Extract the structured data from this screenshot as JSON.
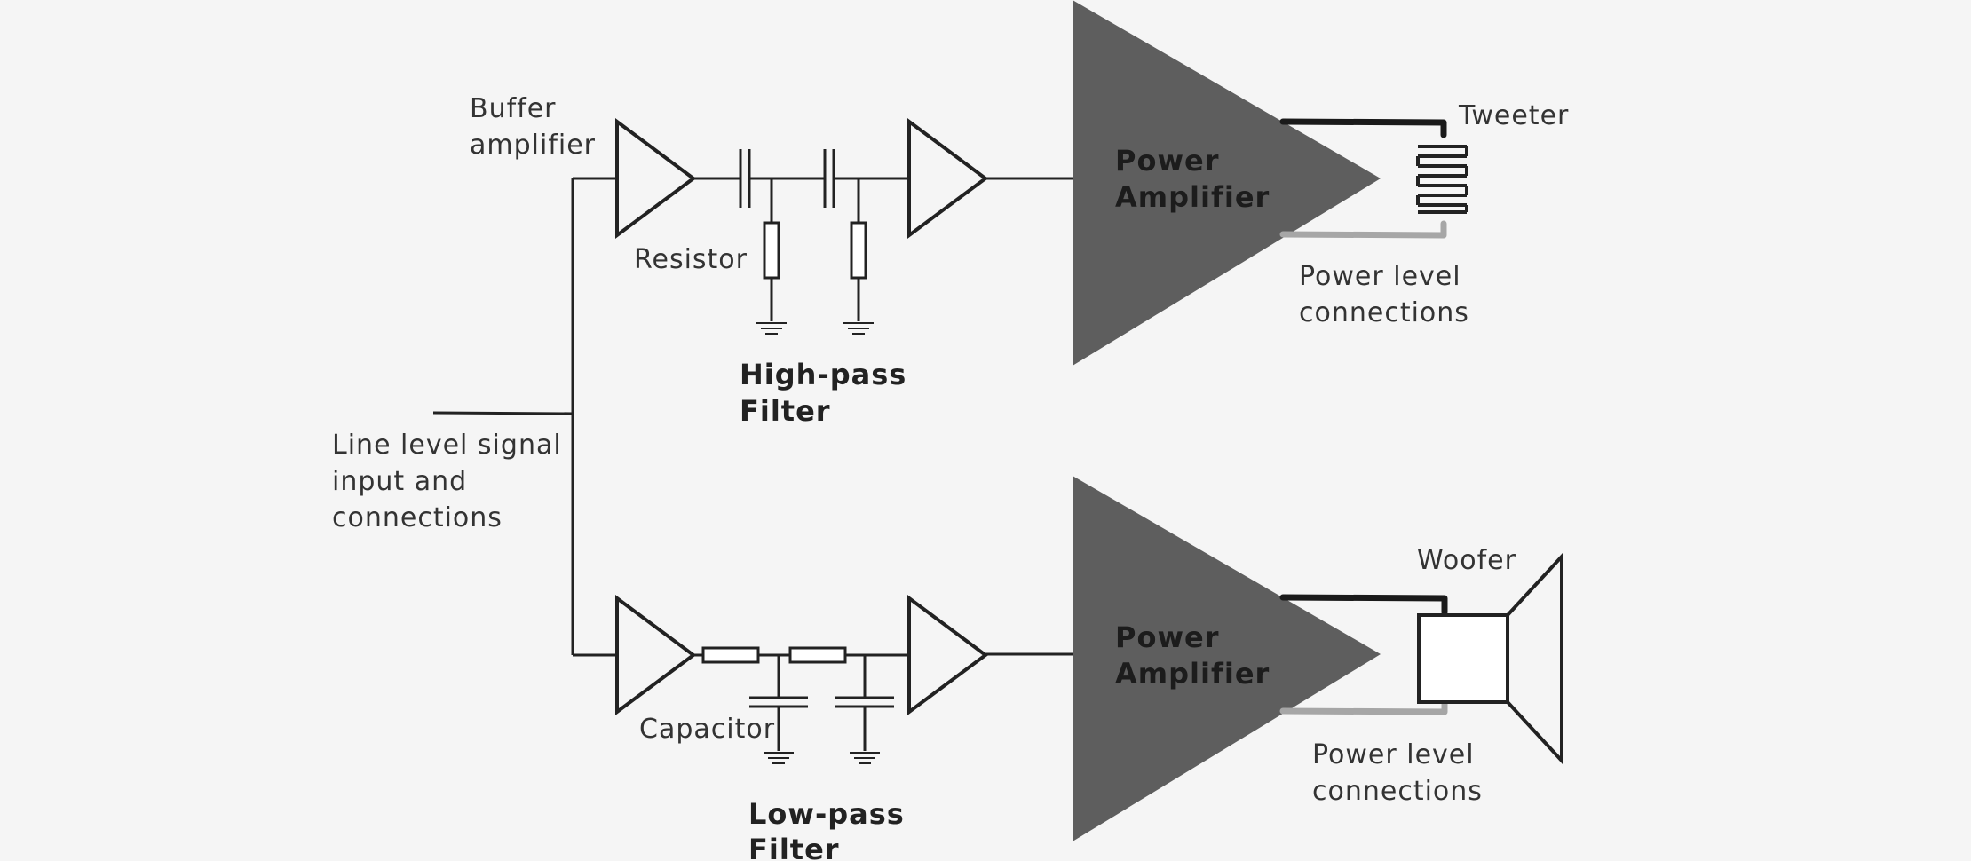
{
  "labels": {
    "buffer_amplifier": [
      "Buffer",
      "amplifier"
    ],
    "resistor": "Resistor",
    "high_pass_filter": [
      "High-pass",
      "Filter"
    ],
    "line_level": [
      "Line level signal",
      "input and",
      "connections"
    ],
    "capacitor": "Capacitor",
    "low_pass_filter": [
      "Low-pass",
      "Filter"
    ],
    "power_amplifier_top": [
      "Power",
      "Amplifier"
    ],
    "power_amplifier_bottom": [
      "Power",
      "Amplifier"
    ],
    "tweeter": "Tweeter",
    "woofer": "Woofer",
    "power_level_top": [
      "Power level",
      "connections"
    ],
    "power_level_bottom": [
      "Power level",
      "connections"
    ]
  },
  "colors": {
    "background": "#f5f5f5",
    "power_amplifier_fill": "#5e5e5e",
    "wire": "#222222",
    "power_level_connection": "#a6a6a6"
  }
}
